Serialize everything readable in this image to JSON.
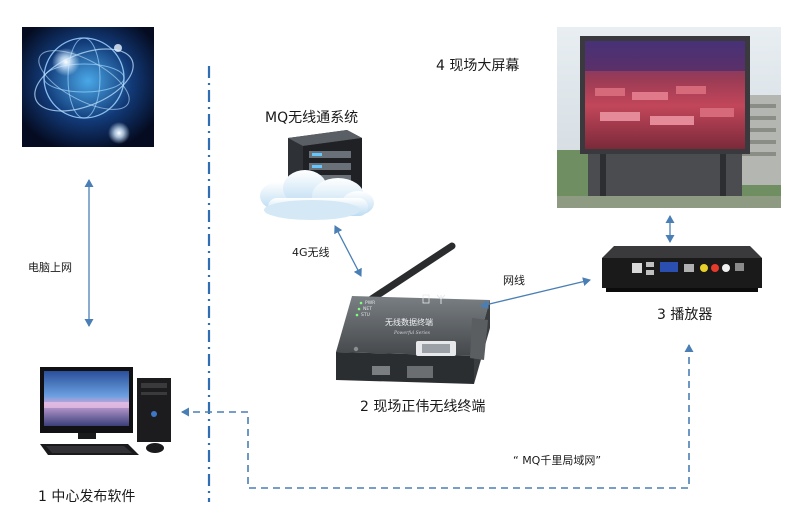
{
  "labels": {
    "screen": "4 现场大屏幕",
    "mq_system": "MQ无线通系统",
    "pc_network": "电脑上网",
    "wireless_4g": "4G无线",
    "cable": "网线",
    "player": "3 播放器",
    "terminal": "2 现场正伟无线终端",
    "lan": "“ MQ千里局域网”",
    "center": "1 中心发布软件"
  },
  "device_text": {
    "terminal_brand": "无线数据终端",
    "terminal_sub": "Powerful Series",
    "led_pwr": "PWR",
    "led_net": "NET",
    "led_stu": "STU"
  },
  "colors": {
    "arrow": "#4a7fb5",
    "divider": "#2f6fb1",
    "cloud": "#d4e8f6",
    "server": "#3a3d42",
    "device": "#4f5356",
    "player": "#1e1e1e",
    "globe": "#0a1a3a"
  },
  "icons": [
    "globe-icon",
    "server-cloud-icon",
    "led-screen-photo",
    "wireless-terminal-icon",
    "media-player-icon",
    "desktop-computer-icon"
  ]
}
